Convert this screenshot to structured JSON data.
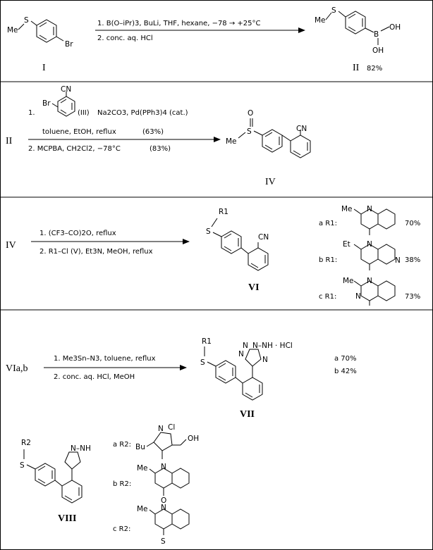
{
  "scheme1": {
    "reagents1": "1. B(O–iPr)3, BuLi, THF, hexane, −78 → +25°C",
    "reagents2": "2. conc. aq. HCl",
    "label_start": "I",
    "label_product": "II",
    "yield": "82%",
    "atoms": {
      "Me": "Me",
      "S": "S",
      "Br": "Br",
      "B": "B",
      "OH": "OH"
    }
  },
  "scheme2": {
    "label_start": "II",
    "step1_prefix": "1.",
    "step1_reagent_label": "(III)",
    "step1_rest": "Na2CO3, Pd(PPh3)4 (cat.)",
    "step1_line2": "toluene, EtOH, reflux",
    "step1_yield": "(63%)",
    "step2": "2. MCPBA, CH2Cl2, −78°C",
    "step2_yield": "(83%)",
    "label_product": "IV",
    "atoms": {
      "Br": "Br",
      "CN": "CN",
      "O": "O",
      "S": "S",
      "Me": "Me"
    }
  },
  "scheme3": {
    "label_start": "IV",
    "step1": "1. (CF3–CO)2O, reflux",
    "step2": "2. R1–Cl (V), Et3N, MeOH, reflux",
    "label_product": "VI",
    "atoms": {
      "R1": "R1",
      "S": "S",
      "CN": "CN"
    },
    "r1_options": [
      {
        "label": "a R1:",
        "yield": "70%"
      },
      {
        "label": "b R1:",
        "yield": "38%"
      },
      {
        "label": "c R1:",
        "yield": "73%"
      }
    ],
    "r1_atoms": {
      "Me": "Me",
      "N": "N",
      "Et": "Et"
    }
  },
  "scheme4": {
    "label_start": "VIa,b",
    "step1": "1. Me3Sn–N3, toluene, reflux",
    "step2": "2. conc. aq. HCl, MeOH",
    "label_product": "VII",
    "salt": "· HCl",
    "yield_a": "a 70%",
    "yield_b": "b 42%",
    "atoms": {
      "R1": "R1",
      "S": "S",
      "NH": "N–NH",
      "N": "N"
    }
  },
  "scheme5": {
    "label": "VIII",
    "atoms": {
      "R2": "R2",
      "S": "S",
      "NH": "N–NH"
    },
    "r2_options": [
      {
        "label": "a R2:",
        "atoms": {
          "Cl": "Cl",
          "Bu": "Bu",
          "OH": "OH",
          "N": "N"
        }
      },
      {
        "label": "b R2:",
        "atoms": {
          "Me": "Me",
          "N": "N",
          "O": "O"
        }
      },
      {
        "label": "c R2:",
        "atoms": {
          "Me": "Me",
          "N": "N",
          "S": "S"
        }
      }
    ]
  }
}
